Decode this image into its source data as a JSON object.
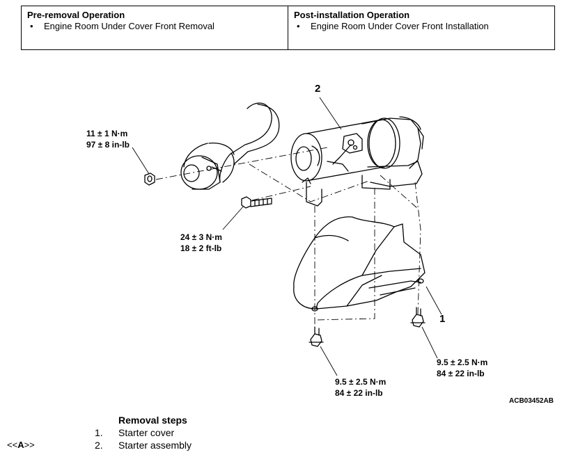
{
  "operations": {
    "pre": {
      "heading": "Pre-removal Operation",
      "items": [
        "Engine Room Under Cover Front Removal"
      ]
    },
    "post": {
      "heading": "Post-installation Operation",
      "items": [
        "Engine Room Under Cover Front Installation"
      ]
    }
  },
  "diagram": {
    "callouts": [
      "2",
      "1"
    ],
    "torque_nut": [
      "11 ± 1 N·m",
      "97 ± 8 in-lb"
    ],
    "torque_bolt": [
      "24 ± 3 N·m",
      "18 ± 2 ft-lb"
    ],
    "torque_right": [
      "9.5 ± 2.5 N·m",
      "84 ± 22 in-lb"
    ],
    "torque_bottom": [
      "9.5 ± 2.5 N·m",
      "84 ± 22 in-lb"
    ],
    "figure_code": "ACB03452AB"
  },
  "removal": {
    "title": "Removal steps",
    "steps": [
      {
        "ref": "",
        "num": "1.",
        "label": "Starter cover"
      },
      {
        "ref_pre": "<<",
        "ref_letter": "A",
        "ref_post": ">>",
        "num": "2.",
        "label": "Starter assembly"
      }
    ]
  }
}
